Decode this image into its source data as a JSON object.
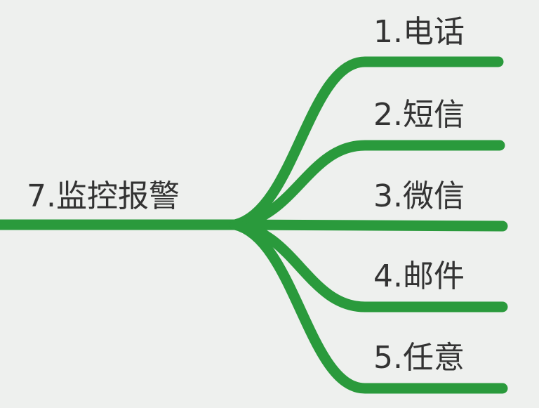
{
  "root": {
    "label": "7.监控报警"
  },
  "branches": [
    {
      "label": "1.电话"
    },
    {
      "label": "2.短信"
    },
    {
      "label": "3.微信"
    },
    {
      "label": "4.邮件"
    },
    {
      "label": "5.任意"
    }
  ],
  "colors": {
    "line": "#2a9a3c",
    "background": "#eef0ee",
    "text": "#333333"
  }
}
